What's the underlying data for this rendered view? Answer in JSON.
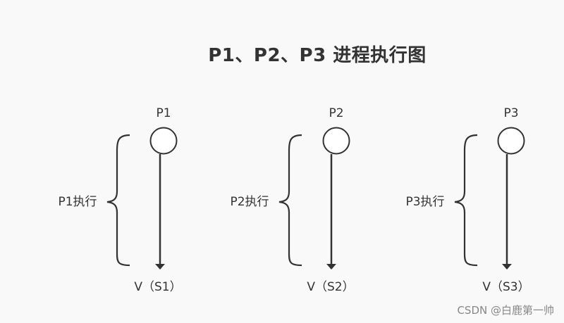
{
  "title": "P1、P2、P3 进程执行图",
  "processes": [
    {
      "name": "P1",
      "exec_label": "P1执行",
      "v_label": "V（S1）"
    },
    {
      "name": "P2",
      "exec_label": "P2执行",
      "v_label": "V（S2）"
    },
    {
      "name": "P3",
      "exec_label": "P3执行",
      "v_label": "V（S3）"
    }
  ],
  "watermark": "CSDN @白鹿第一帅",
  "colors": {
    "background": "#f9f9f9",
    "stroke": "#333333",
    "text": "#333333"
  }
}
